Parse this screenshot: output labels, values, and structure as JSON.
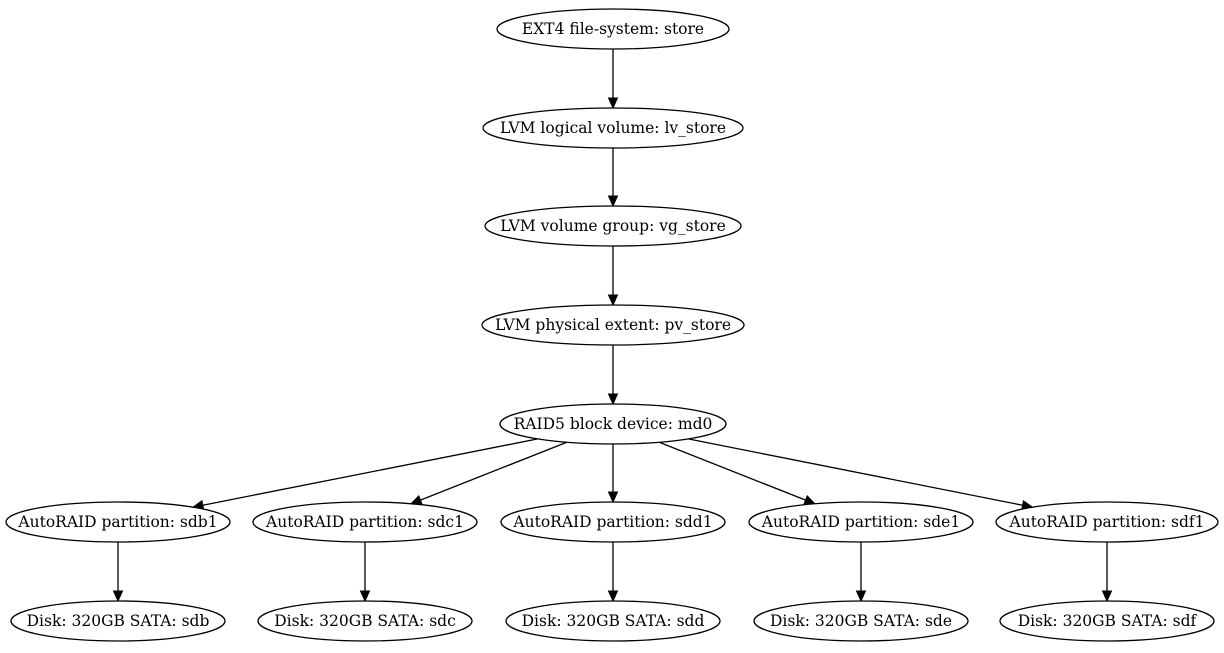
{
  "diagram": {
    "nodes": [
      {
        "id": "ext4",
        "label": "EXT4 file-system: store"
      },
      {
        "id": "lv",
        "label": "LVM logical volume: lv_store"
      },
      {
        "id": "vg",
        "label": "LVM volume group: vg_store"
      },
      {
        "id": "pv",
        "label": "LVM physical extent: pv_store"
      },
      {
        "id": "md0",
        "label": "RAID5 block device: md0"
      },
      {
        "id": "sdb1",
        "label": "AutoRAID partition: sdb1"
      },
      {
        "id": "sdc1",
        "label": "AutoRAID partition: sdc1"
      },
      {
        "id": "sdd1",
        "label": "AutoRAID partition: sdd1"
      },
      {
        "id": "sde1",
        "label": "AutoRAID partition: sde1"
      },
      {
        "id": "sdf1",
        "label": "AutoRAID partition: sdf1"
      },
      {
        "id": "sdb",
        "label": "Disk: 320GB SATA: sdb"
      },
      {
        "id": "sdc",
        "label": "Disk: 320GB SATA: sdc"
      },
      {
        "id": "sdd",
        "label": "Disk: 320GB SATA: sdd"
      },
      {
        "id": "sde",
        "label": "Disk: 320GB SATA: sde"
      },
      {
        "id": "sdf",
        "label": "Disk: 320GB SATA: sdf"
      }
    ],
    "edges": [
      {
        "from": "ext4",
        "to": "lv"
      },
      {
        "from": "lv",
        "to": "vg"
      },
      {
        "from": "vg",
        "to": "pv"
      },
      {
        "from": "pv",
        "to": "md0"
      },
      {
        "from": "md0",
        "to": "sdb1"
      },
      {
        "from": "md0",
        "to": "sdc1"
      },
      {
        "from": "md0",
        "to": "sdd1"
      },
      {
        "from": "md0",
        "to": "sde1"
      },
      {
        "from": "md0",
        "to": "sdf1"
      },
      {
        "from": "sdb1",
        "to": "sdb"
      },
      {
        "from": "sdc1",
        "to": "sdc"
      },
      {
        "from": "sdd1",
        "to": "sdd"
      },
      {
        "from": "sde1",
        "to": "sde"
      },
      {
        "from": "sdf1",
        "to": "sdf"
      }
    ]
  }
}
